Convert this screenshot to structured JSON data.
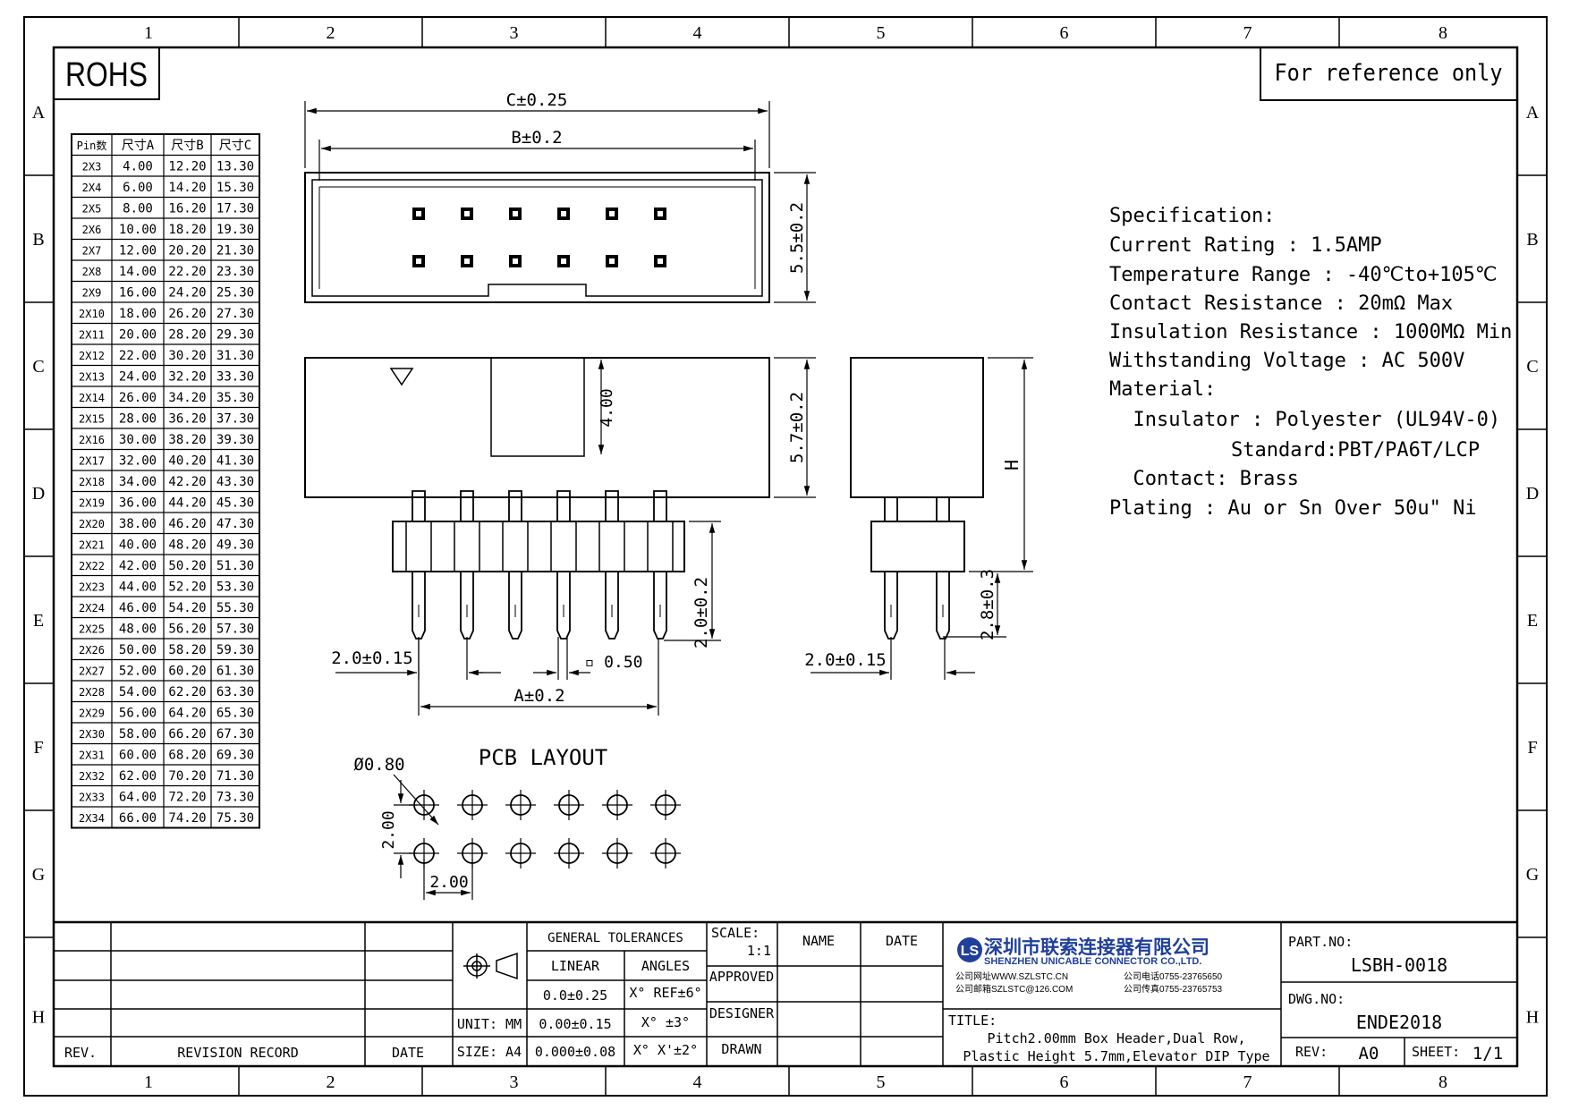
{
  "border": {
    "columns": [
      "1",
      "2",
      "3",
      "4",
      "5",
      "6",
      "7",
      "8"
    ],
    "rows": [
      "A",
      "B",
      "C",
      "D",
      "E",
      "F",
      "G",
      "H"
    ]
  },
  "rohs_label": "ROHS",
  "reference_note": "For reference only",
  "size_table": {
    "headers": [
      "Pin数",
      "尺寸A",
      "尺寸B",
      "尺寸C"
    ],
    "rows": [
      [
        "2X3",
        "4.00",
        "12.20",
        "13.30"
      ],
      [
        "2X4",
        "6.00",
        "14.20",
        "15.30"
      ],
      [
        "2X5",
        "8.00",
        "16.20",
        "17.30"
      ],
      [
        "2X6",
        "10.00",
        "18.20",
        "19.30"
      ],
      [
        "2X7",
        "12.00",
        "20.20",
        "21.30"
      ],
      [
        "2X8",
        "14.00",
        "22.20",
        "23.30"
      ],
      [
        "2X9",
        "16.00",
        "24.20",
        "25.30"
      ],
      [
        "2X10",
        "18.00",
        "26.20",
        "27.30"
      ],
      [
        "2X11",
        "20.00",
        "28.20",
        "29.30"
      ],
      [
        "2X12",
        "22.00",
        "30.20",
        "31.30"
      ],
      [
        "2X13",
        "24.00",
        "32.20",
        "33.30"
      ],
      [
        "2X14",
        "26.00",
        "34.20",
        "35.30"
      ],
      [
        "2X15",
        "28.00",
        "36.20",
        "37.30"
      ],
      [
        "2X16",
        "30.00",
        "38.20",
        "39.30"
      ],
      [
        "2X17",
        "32.00",
        "40.20",
        "41.30"
      ],
      [
        "2X18",
        "34.00",
        "42.20",
        "43.30"
      ],
      [
        "2X19",
        "36.00",
        "44.20",
        "45.30"
      ],
      [
        "2X20",
        "38.00",
        "46.20",
        "47.30"
      ],
      [
        "2X21",
        "40.00",
        "48.20",
        "49.30"
      ],
      [
        "2X22",
        "42.00",
        "50.20",
        "51.30"
      ],
      [
        "2X23",
        "44.00",
        "52.20",
        "53.30"
      ],
      [
        "2X24",
        "46.00",
        "54.20",
        "55.30"
      ],
      [
        "2X25",
        "48.00",
        "56.20",
        "57.30"
      ],
      [
        "2X26",
        "50.00",
        "58.20",
        "59.30"
      ],
      [
        "2X27",
        "52.00",
        "60.20",
        "61.30"
      ],
      [
        "2X28",
        "54.00",
        "62.20",
        "63.30"
      ],
      [
        "2X29",
        "56.00",
        "64.20",
        "65.30"
      ],
      [
        "2X30",
        "58.00",
        "66.20",
        "67.30"
      ],
      [
        "2X31",
        "60.00",
        "68.20",
        "69.30"
      ],
      [
        "2X32",
        "62.00",
        "70.20",
        "71.30"
      ],
      [
        "2X33",
        "64.00",
        "72.20",
        "73.30"
      ],
      [
        "2X34",
        "66.00",
        "74.20",
        "75.30"
      ]
    ]
  },
  "dims": {
    "c": "C±0.25",
    "b": "B±0.2",
    "top_height": "5.5±0.2",
    "side_height": "5.7±0.2",
    "inner": "4.00",
    "pitch_front": "2.0±0.15",
    "pin_width": "▫ 0.50",
    "a": "A±0.2",
    "tail": "2.0±0.2",
    "h": "H",
    "pitch_side": "2.0±0.15",
    "tail_side": "2.8±0.3"
  },
  "pcb": {
    "title": "PCB LAYOUT",
    "hole": "Ø0.80",
    "row_pitch": "2.00",
    "col_pitch": "2.00"
  },
  "spec": {
    "lines": [
      "Specification:",
      "Current Rating : 1.5AMP",
      "Temperature Range : -40℃to+105℃",
      "Contact Resistance : 20mΩ Max",
      "Insulation Resistance : 1000MΩ Min",
      "Withstanding Voltage : AC 500V",
      "Material:",
      "  Insulator : Polyester (UL94V-0)",
      "Standard:PBT/PA6T/LCP",
      "  Contact: Brass",
      "Plating : Au or Sn Over 50u\" Ni"
    ]
  },
  "title_block": {
    "rev_header": "REV.",
    "revision_record": "REVISION RECORD",
    "date_header": "DATE",
    "unit": "UNIT: MM",
    "size": "SIZE: A4",
    "general_tolerances": "GENERAL TOLERANCES",
    "linear": "LINEAR",
    "angles": "ANGLES",
    "linear_rows": [
      "0.0±0.25",
      "0.00±0.15",
      "0.000±0.08"
    ],
    "angle_rows": [
      "X° REF±6°",
      "X° ±3°",
      "X° X'±2°"
    ],
    "scale_label": "SCALE:",
    "scale_value": "1:1",
    "name_header": "NAME",
    "date2_header": "DATE",
    "approved": "APPROVED",
    "designer": "DESIGNER",
    "drawn": "DRAWN",
    "company_cn": "深圳市联索连接器有限公司",
    "company_en": "SHENZHEN UNICABLE CONNECTOR CO.,LTD.",
    "web": "公司网址WWW.SZLSTC.CN",
    "email": "公司邮箱SZLSTC@126.COM",
    "phone": "公司电话0755-23765650",
    "fax": "公司传真0755-23765753",
    "title_label": "TITLE:",
    "title_line1": "Pitch2.00mm Box Header,Dual Row,",
    "title_line2": "Plastic Height 5.7mm,Elevator DIP Type",
    "part_no_label": "PART.NO:",
    "part_no": "LSBH-0018",
    "dwg_no_label": "DWG.NO:",
    "dwg_no": "ENDE2018",
    "rev_label": "REV:",
    "rev_value": "A0",
    "sheet_label": "SHEET:",
    "sheet_value": "1/1"
  },
  "colors": {
    "ink": "#000000",
    "logo_blue": "#1f3f9a"
  }
}
